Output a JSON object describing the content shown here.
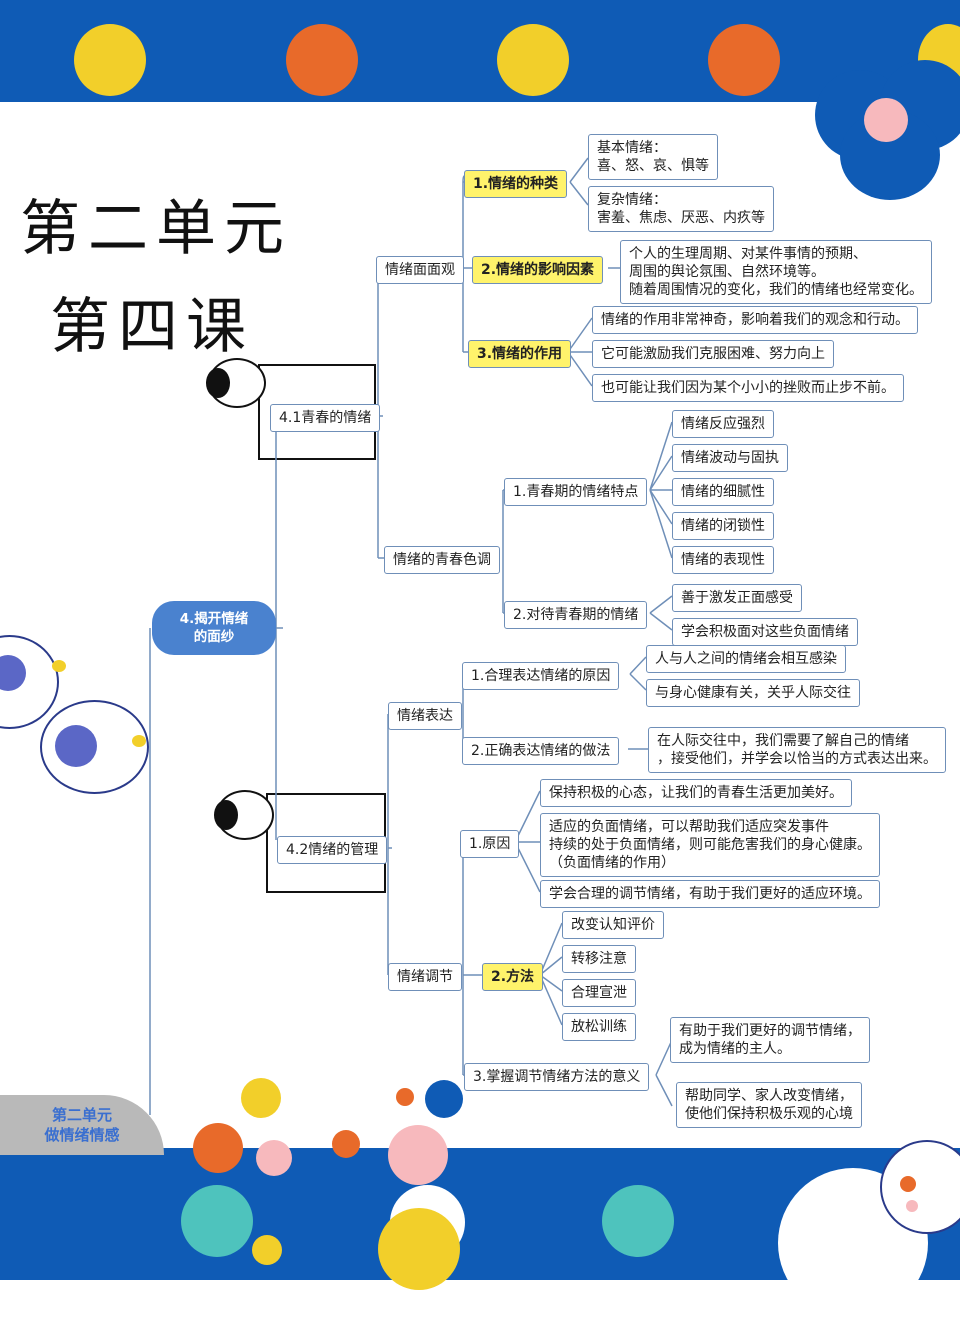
{
  "colors": {
    "band": "#0f5bb5",
    "yellow": "#f2cf2a",
    "orange": "#e86a2a",
    "pink": "#f7b9bd",
    "teal": "#4ec3bd",
    "node_border": "#6f8fb8",
    "root": "#4a82cf",
    "highlight": "#fff36b"
  },
  "header": {
    "title_line1": "第二单元",
    "title_line2": "第四课"
  },
  "corner_label": "第二单元\n做情绪情感",
  "mindmap": {
    "root": "4.揭开情绪\n的面纱",
    "n41": "4.1青春的情绪",
    "n42": "4.2情绪的管理",
    "mianguan": "情绪面面观",
    "kind": "1.情绪的种类",
    "kind_basic": "基本情绪：\n喜、怒、哀、惧等",
    "kind_complex": "复杂情绪：\n害羞、焦虑、厌恶、内疚等",
    "influence": "2.情绪的影响因素",
    "influence_text": "个人的生理周期、对某件事情的预期、\n周围的舆论氛围、自然环境等。\n随着周围情况的变化，我们的情绪也经常变化。",
    "role": "3.情绪的作用",
    "role_1": "情绪的作用非常神奇，影响着我们的观念和行动。",
    "role_2": "它可能激励我们克服困难、努力向上",
    "role_3": "也可能让我们因为某个小小的挫败而止步不前。",
    "qingchun": "情绪的青春色调",
    "features": "1.青春期的情绪特点",
    "f1": "情绪反应强烈",
    "f2": "情绪波动与固执",
    "f3": "情绪的细腻性",
    "f4": "情绪的闭锁性",
    "f5": "情绪的表现性",
    "treat": "2.对待青春期的情绪",
    "t1": "善于激发正面感受",
    "t2": "学会积极面对这些负面情绪",
    "express": "情绪表达",
    "reason": "1.合理表达情绪的原因",
    "r1": "人与人之间的情绪会相互感染",
    "r2": "与身心健康有关，关乎人际交往",
    "method": "2.正确表达情绪的做法",
    "m1": "在人际交往中，我们需要了解自己的情绪\n，接受他们，并学会以恰当的方式表达出来。",
    "adjust": "情绪调节",
    "cause": "1.原因",
    "c1": "保持积极的心态，让我们的青春生活更加美好。",
    "c2": "适应的负面情绪，可以帮助我们适应突发事件\n持续的处于负面情绪，则可能危害我们的身心健康。\n（负面情绪的作用）",
    "c3": "学会合理的调节情绪，有助于我们更好的适应环境。",
    "ways": "2.方法",
    "w1": "改变认知评价",
    "w2": "转移注意",
    "w3": "合理宣泄",
    "w4": "放松训练",
    "meaning": "3.掌握调节情绪方法的意义",
    "me1": "有助于我们更好的调节情绪，\n成为情绪的主人。",
    "me2": "帮助同学、家人改变情绪，\n使他们保持积极乐观的心境"
  }
}
